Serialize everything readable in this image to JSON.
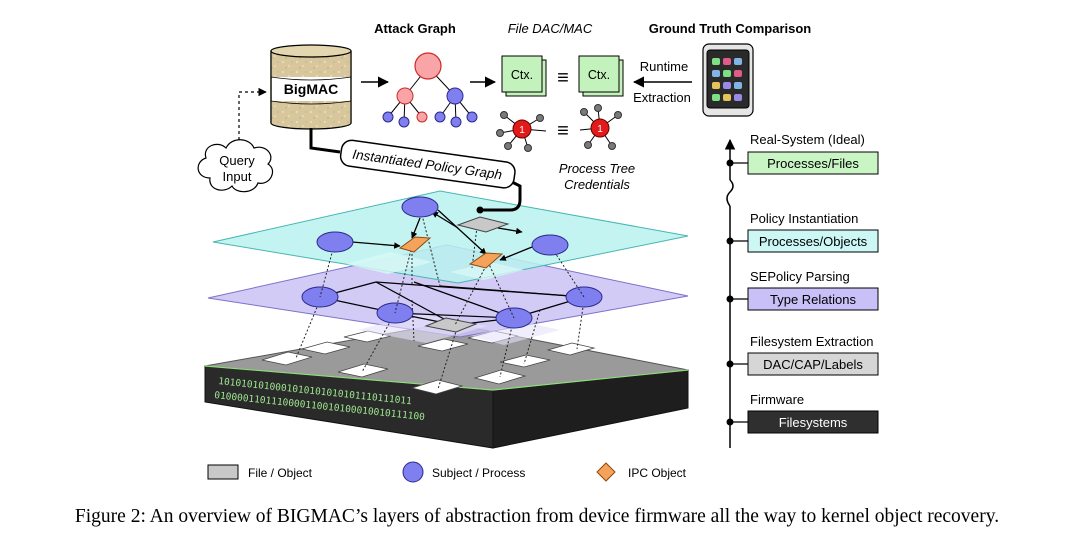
{
  "headings": {
    "attack_graph": "Attack Graph",
    "file_dac_mac": "File DAC/MAC",
    "ground_truth": "Ground Truth Comparison"
  },
  "bigmac_label": "BigMAC",
  "query_input": [
    "Query",
    "Input"
  ],
  "instantiated_policy_graph": "Instantiated Policy Graph",
  "ctx_label": "Ctx.",
  "equiv_symbol": "≡",
  "process_node_label": "1",
  "runtime_extraction": [
    "Runtime",
    "Extraction"
  ],
  "process_tree_credentials": [
    "Process Tree",
    "Credentials"
  ],
  "binary_rows": [
    "1010101010001010101010101110111011",
    "0100001101110000110010100010010111100"
  ],
  "legend": {
    "file_object": "File / Object",
    "subject_process": "Subject / Process",
    "ipc_object": "IPC Object"
  },
  "stack": [
    {
      "title": "Real-System (Ideal)",
      "box": "Processes/Files",
      "color": "#c9f5c4",
      "text_color": "#000000"
    },
    {
      "title": "Policy Instantiation",
      "box": "Processes/Objects",
      "color": "#cdf7f5",
      "text_color": "#000000"
    },
    {
      "title": "SEPolicy Parsing",
      "box": "Type Relations",
      "color": "#c8c0f7",
      "text_color": "#000000"
    },
    {
      "title": "Filesystem Extraction",
      "box": "DAC/CAP/Labels",
      "color": "#d6d6d6",
      "text_color": "#000000"
    },
    {
      "title": "Firmware",
      "box": "Filesystems",
      "color": "#2f2f2f",
      "text_color": "#ffffff"
    }
  ],
  "colors": {
    "process_fill": "#7f7ff0",
    "ipc_fill": "#f5a35b",
    "file_fill": "#c8c8c8",
    "cyan_layer": "#b9f2ef",
    "purple_layer": "#c9c2f5",
    "firmware_top": "#9a9a9a",
    "firmware_side": "#2a2a2a",
    "attack_root": "#f9a5a8",
    "green_doc": "#c4f2bd",
    "red_node": "#e31a1a"
  },
  "caption": "Figure 2: An overview of BIGMAC’s layers of abstraction from device firmware all the way to kernel object recovery."
}
